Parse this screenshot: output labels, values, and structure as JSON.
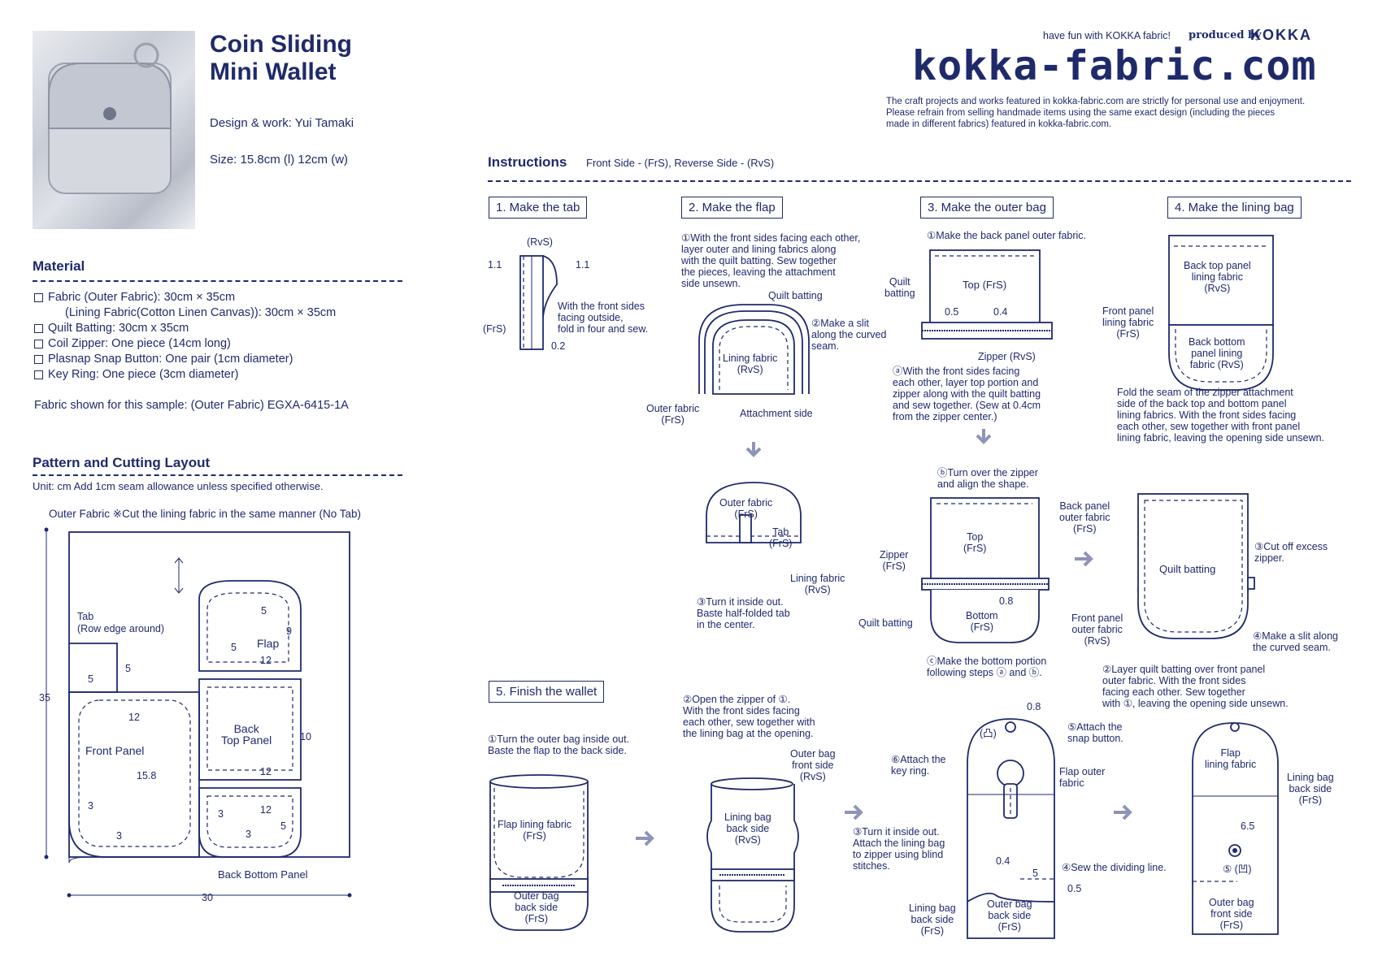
{
  "header": {
    "title_line1": "Coin Sliding",
    "title_line2": "Mini Wallet",
    "design": "Design & work: Yui Tamaki",
    "size": "Size: 15.8cm (l)  12cm (w)",
    "tagline": "have fun with KOKKA fabric!",
    "produced": "produced by",
    "brand": "KOKKA",
    "site": "kokka-fabric.com",
    "notice_1": "The craft projects and works featured in kokka-fabric.com are strictly for personal use and enjoyment.",
    "notice_2": "Please refrain from selling handmade items using the same exact design (including the pieces",
    "notice_3": "made in different fabrics) featured in kokka-fabric.com."
  },
  "material": {
    "heading": "Material",
    "items": [
      "Fabric (Outer Fabric): 30cm × 35cm",
      "(Lining Fabric(Cotton Linen Canvas)): 30cm × 35cm",
      "Quilt Batting: 30cm x 35cm",
      "Coil Zipper: One piece (14cm long)",
      "Plasnap Snap Button: One pair (1cm diameter)",
      "Key Ring: One piece (3cm diameter)"
    ],
    "sample": "Fabric shown for this sample: (Outer Fabric) EGXA-6415-1A"
  },
  "pattern": {
    "heading": "Pattern and Cutting Layout",
    "unit": "Unit: cm   Add 1cm seam allowance unless specified otherwise.",
    "outer": "Outer Fabric ※Cut the lining fabric in the same manner (No Tab)",
    "tab": "Tab",
    "tab_sub": "(Row edge around)",
    "flap": "Flap",
    "front": "Front Panel",
    "back_top": "Back\nTop Panel",
    "back_bottom": "Back Bottom Panel",
    "dims": {
      "h35": "35",
      "w30": "30",
      "d5a": "5",
      "d5b": "5",
      "d5c": "5",
      "d5d": "5",
      "d5e": "5",
      "d9": "9",
      "d12a": "12",
      "d12b": "12",
      "d12c": "12",
      "d12d": "12",
      "d10": "10",
      "d158": "15.8",
      "d3a": "3",
      "d3b": "3",
      "d3c": "3",
      "d3d": "3"
    }
  },
  "instructions": {
    "heading": "Instructions",
    "legend": "Front Side - (FrS), Reverse Side - (RvS)",
    "step1": "1. Make the tab",
    "step2": "2. Make the flap",
    "step3": "3. Make the outer bag",
    "step4": "4. Make the lining bag",
    "step5": "5. Finish the wallet"
  },
  "s1": {
    "rvs": "(RvS)",
    "frs": "(FrS)",
    "a": "1.1",
    "b": "1.1",
    "c": "0.2",
    "note": "With the front sides\nfacing outside,\nfold in four and sew."
  },
  "s2": {
    "note1": "①With the front sides facing each other,\nlayer outer and lining fabrics along\nwith the quilt batting. Sew together\nthe pieces, leaving the attachment\nside unsewn.",
    "quilt": "Quilt batting",
    "slit": "②Make a slit\nalong the curved\nseam.",
    "lining": "Lining fabric\n(RvS)",
    "outer": "Outer fabric\n(FrS)",
    "attach": "Attachment side",
    "outer2": "Outer fabric\n(FrS)",
    "tab": "Tab\n(FrS)",
    "lining2": "Lining fabric\n(RvS)",
    "note3": "③Turn it inside out.\nBaste half-folded tab\nin the center."
  },
  "s3": {
    "note1": "①Make the back panel outer fabric.",
    "quilt": "Quilt\nbatting",
    "top": "Top (FrS)",
    "d05": "0.5",
    "d04": "0.4",
    "zipper": "Zipper (RvS)",
    "note_a": "ⓐWith the front sides facing\neach other, layer top portion and\nzipper along with the quilt batting\nand sew together. (Sew at 0.4cm\nfrom the zipper center.)",
    "note_b": "ⓑTurn over the zipper\nand align the shape.",
    "top2": "Top\n(FrS)",
    "zip2": "Zipper\n(FrS)",
    "d08": "0.8",
    "bottom": "Bottom\n(FrS)",
    "quilt2": "Quilt batting",
    "note_c": "ⓒMake the bottom portion\nfollowing steps ⓐ and ⓑ."
  },
  "s4": {
    "back_top": "Back top panel\nlining fabric\n(RvS)",
    "front": "Front panel\nlining fabric\n(FrS)",
    "back_bottom": "Back bottom\npanel lining\nfabric (RvS)",
    "note": "Fold the seam of the zipper attachment\nside of the back top and bottom panel\nlining fabrics. With the front sides facing\neach other, sew together with front panel\nlining fabric, leaving the opening side unsewn.",
    "back_outer": "Back panel\nouter fabric\n(FrS)",
    "quilt": "Quilt batting",
    "cut": "③Cut off excess\nzipper.",
    "front_outer": "Front panel\nouter fabric\n(RvS)",
    "slit": "④Make a slit along\nthe curved seam.",
    "layer": "②Layer quilt batting over front panel\nouter fabric. With the front sides\nfacing each other. Sew together\nwith ①, leaving the opening side unsewn."
  },
  "s5": {
    "note1": "①Turn the outer bag inside out.\nBaste the flap to the back side.",
    "flap_lining": "Flap lining fabric\n(FrS)",
    "outer_back": "Outer bag\nback side\n(FrS)",
    "note2": "②Open the zipper of ①.\nWith the front sides facing\neach other, sew together with\nthe lining bag at the opening.",
    "outer_front": "Outer bag\nfront side\n(RvS)",
    "lining_back": "Lining bag\nback side\n(RvS)",
    "d08": "0.8",
    "snap": "⑤Attach the\nsnap button.",
    "key": "⑥Attach the\nkey ring.",
    "convex": "(凸)",
    "flap_outer": "Flap outer\nfabric",
    "note3": "③Turn it inside out.\nAttach the lining bag\nto zipper using blind\nstitches.",
    "d04": "0.4",
    "d5": "5",
    "d05": "0.5",
    "divide": "④Sew the dividing line.",
    "lining_bag_back": "Lining bag\nback side\n(FrS)",
    "outer_back2": "Outer bag\nback side\n(FrS)",
    "flap_lining2": "Flap\nlining fabric",
    "lining_bag_back2": "Lining bag\nback side\n(FrS)",
    "d65": "6.5",
    "concave": "⑤ (凹)",
    "outer_front2": "Outer bag\nfront side\n(FrS)"
  }
}
